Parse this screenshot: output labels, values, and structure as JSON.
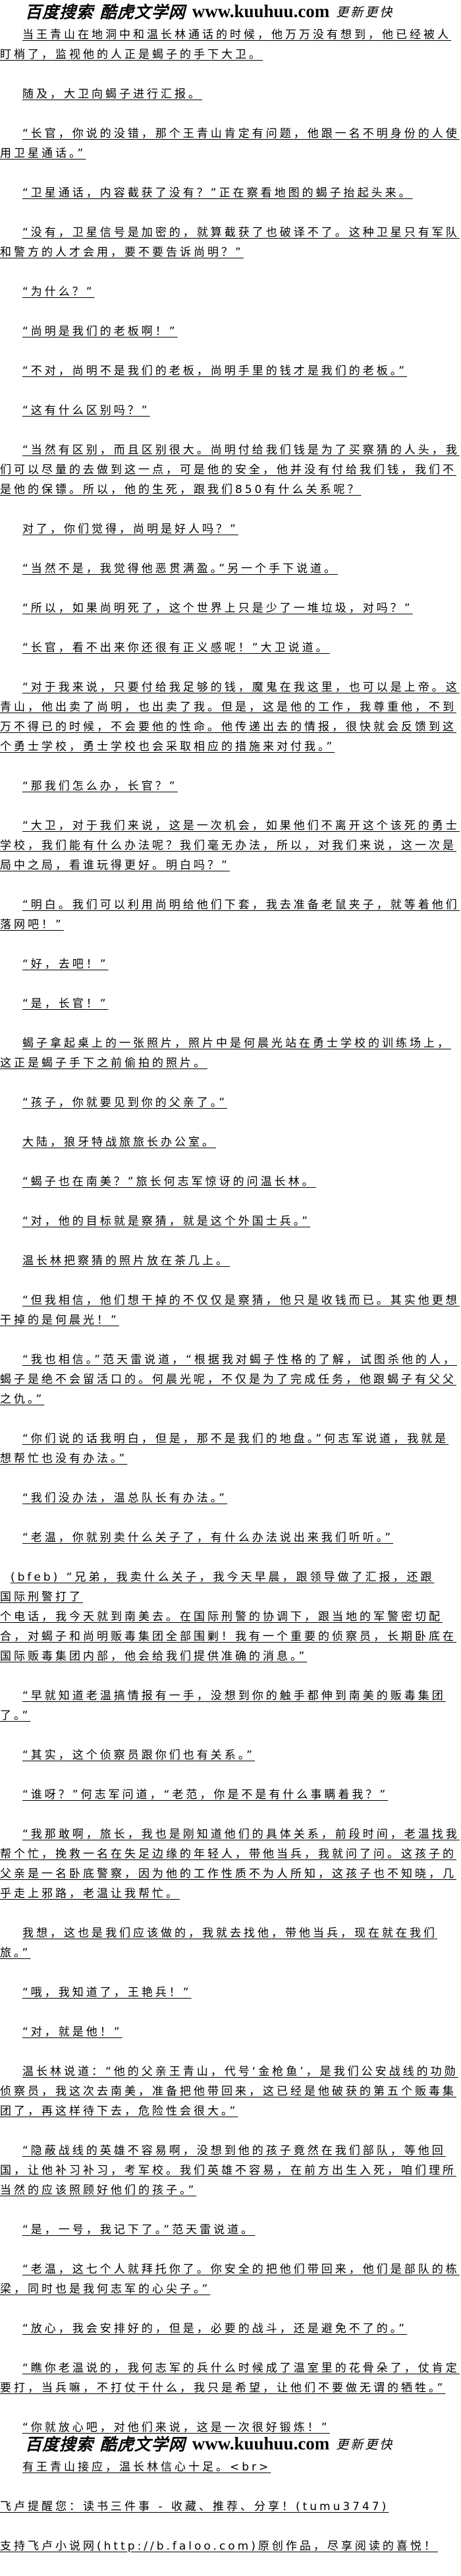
{
  "header_logo": {
    "cn": "百度搜索 酷虎文学网",
    "url": "www.kuuhuu.com",
    "tag": "更新更快"
  },
  "paragraphs": [
    "当王青山在地洞中和温长林通话的时候，他万万没有想到，他已经被人盯梢了，监视他的人正是蝎子的手下大卫。",
    "随及，大卫向蝎子进行汇报。",
    "“长官，你说的没错，那个王青山肯定有问题，他跟一名不明身份的人使用卫星通话。”",
    "“卫星通话，内容截获了没有？”正在察看地图的蝎子抬起头来。",
    "“没有，卫星信号是加密的，就算截获了也破译不了。这种卫星只有军队和警方的人才会用，要不要告诉尚明？”",
    "“为什么？”",
    "“尚明是我们的老板啊！”",
    "“不对，尚明不是我们的老板，尚明手里的钱才是我们的老板。”",
    "“这有什么区别吗？”",
    "“当然有区别，而且区别很大。尚明付给我们钱是为了买察猜的人头，我们可以尽量的去做到这一点，可是他的安全，他并没有付给我们钱，我们不是他的保镖。所以，他的生死，跟我们850有什么关系呢？",
    "对了，你们觉得，尚明是好人吗？”",
    "“当然不是，我觉得他恶贯满盈。”另一个手下说道。",
    "“所以，如果尚明死了，这个世界上只是少了一堆垃圾，对吗？”",
    "“长官，看不出来你还很有正义感呢！”大卫说道。",
    "“对于我来说，只要付给我足够的钱，魔鬼在我这里，也可以是上帝。这青山，他出卖了尚明，也出卖了我。但是，这是他的工作，我尊重他，不到万不得已的时候，不会要他的性命。他传递出去的情报，很快就会反馈到这个勇士学校，勇士学校也会采取相应的措施来对付我。”",
    "“那我们怎么办，长官？”",
    "“大卫，对于我们来说，这是一次机会，如果他们不离开这个该死的勇士学校，我们能有什么办法呢？我们毫无办法，所以，对我们来说，这一次是局中之局，看谁玩得更好。明白吗？”",
    "“明白。我们可以利用尚明给他们下套，我去准备老鼠夹子，就等着他们落网吧！”",
    "“好，去吧！”",
    "“是，长官！”",
    "蝎子拿起桌上的一张照片，照片中是何晨光站在勇士学校的训练场上，这正是蝎子手下之前偷拍的照片。",
    "“孩子，你就要见到你的父亲了。”",
    "大陆，狼牙特战旅旅长办公室。",
    "“蝎子也在南美？”旅长何志军惊讶的问温长林。",
    "“对，他的目标就是察猜，就是这个外国士兵。”",
    "温长林把察猜的照片放在茶几上。",
    "“但我相信，他们想干掉的不仅仅是察猜，他只是收钱而已。其实他更想干掉的是何晨光！”",
    "“我也相信。”范天雷说道，“根据我对蝎子性格的了解，试图杀他的人，蝎子是绝不会留活口的。何晨光呢，不仅是为了完成任务，他跟蝎子有父父之仇。”",
    "“你们说的话我明白，但是，那不是我们的地盘。”何志军说道，我就是想帮忙也没有办法。”",
    "“我们没办法，温总队长有办法。”",
    "“老温，你就别卖什么关子了，有什么办法说出来我们听听。”",
    "(bfeb) “兄弟，我卖什么关子，我今天早晨，跟领导做了汇报，还跟国际刑警打了",
    "个电话，我今天就到南美去。在国际刑警的协调下，跟当地的军警密切配合，对蝎子和尚明贩毒集团全部围剿！我有一个重要的侦察员，长期卧底在国际贩毒集团内部，他会给我们提供准确的消息。”",
    "“早就知道老温搞情报有一手，没想到你的触手都伸到南美的贩毒集团了。”",
    "“其实，这个侦察员跟你们也有关系。”",
    "“谁呀？”何志军问道，“老范，你是不是有什么事瞒着我？”",
    "“我那敢啊，旅长，我也是刚知道他们的具体关系，前段时间，老温找我帮个忙，挽救一名在失足边缘的年轻人，带他当兵，我就问了问。这孩子的父亲是一名卧底警察，因为他的工作性质不为人所知，这孩子也不知晓，几乎走上邪路，老温让我帮忙。",
    "我想，这也是我们应该做的，我就去找他，带他当兵，现在就在我们旅。”",
    "“哦，我知道了，王艳兵！”",
    "“对，就是他！”",
    "温长林说道：“他的父亲王青山，代号‘金枪鱼’，是我们公安战线的功勋侦察员，我这次去南美，准备把他带回来，这已经是他破获的第五个贩毒集团了，再这样待下去，危险性会很大。”",
    "“隐蔽战线的英雄不容易啊，没想到他的孩子竟然在我们部队，等他回国，让他补习补习，考军校。我们英雄不容易，在前方出生入死，咱们理所当然的应该照顾好他们的孩子。”",
    "“是，一号，我记下了。”范天雷说道。",
    "“老温，这七个人就拜托你了。你安全的把他们带回来，他们是部队的栋梁，同时也是我何志军的心尖子。”",
    "“放心，我会安排好的，但是，必要的战斗，还是避免不了的。”",
    "“瞧你老温说的，我何志军的兵什么时候成了温室里的花骨朵了，仗肯定要打，当兵嘛，不打仗干什么，我只是希望，让他们不要做无谓的牺牲。”",
    "“你就放心吧，对他们来说，这是一次很好锻炼！”",
    "有王青山接应，温长林信心十足。<br>",
    "飞卢提醒您：读书三件事 - 收藏、推荐、分享！(tumu3747)",
    "支持飞卢小说网(http://b.faloo.com)原创作品，尽享阅读的喜悦！"
  ],
  "footer_logo": {
    "cn": "百度搜索 酷虎文学网",
    "url": "www.kuuhuu.com",
    "tag": "更新更快"
  }
}
